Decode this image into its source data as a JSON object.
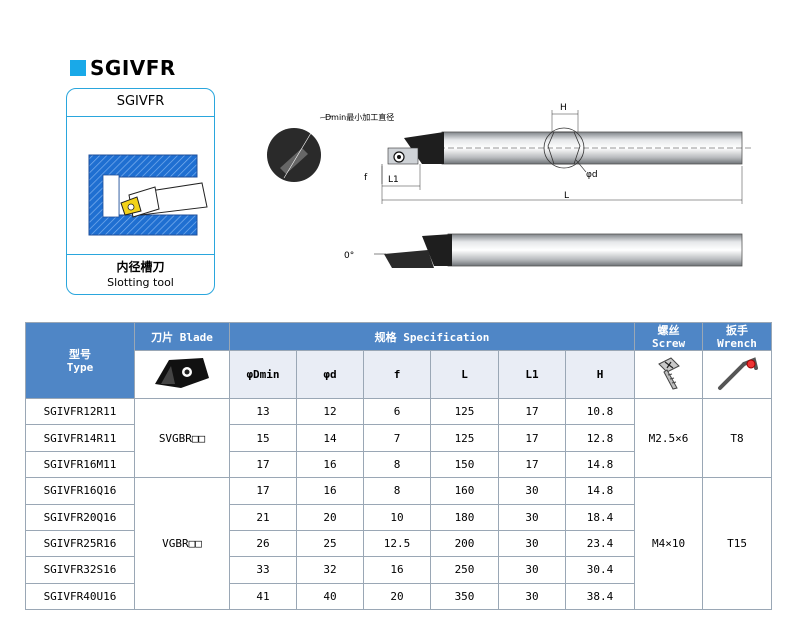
{
  "title": "SGIVFR",
  "card": {
    "header": "SGIVFR",
    "cn_label": "内径槽刀",
    "en_label": "Slotting tool"
  },
  "drawing": {
    "dmin_label": "Dmin最小加工直径",
    "h_label": "H",
    "d_label": "φd",
    "l1_label": "L1",
    "l_label": "L",
    "f_label": "f",
    "angle_label": "0°"
  },
  "table": {
    "header": {
      "type_cn": "型号",
      "type_en": "Type",
      "blade": "刀片 Blade",
      "spec": "规格 Specification",
      "screw_cn": "螺丝",
      "screw_en": "Screw",
      "wrench_cn": "扳手",
      "wrench_en": "Wrench"
    },
    "columns": [
      "φDmin",
      "φd",
      "f",
      "L",
      "L1",
      "H"
    ],
    "rows": [
      {
        "type": "SGIVFR12R11",
        "dmin": "13",
        "d": "12",
        "f": "6",
        "L": "125",
        "L1": "17",
        "H": "10.8"
      },
      {
        "type": "SGIVFR14R11",
        "dmin": "15",
        "d": "14",
        "f": "7",
        "L": "125",
        "L1": "17",
        "H": "12.8"
      },
      {
        "type": "SGIVFR16M11",
        "dmin": "17",
        "d": "16",
        "f": "8",
        "L": "150",
        "L1": "17",
        "H": "14.8"
      },
      {
        "type": "SGIVFR16Q16",
        "dmin": "17",
        "d": "16",
        "f": "8",
        "L": "160",
        "L1": "30",
        "H": "14.8"
      },
      {
        "type": "SGIVFR20Q16",
        "dmin": "21",
        "d": "20",
        "f": "10",
        "L": "180",
        "L1": "30",
        "H": "18.4"
      },
      {
        "type": "SGIVFR25R16",
        "dmin": "26",
        "d": "25",
        "f": "12.5",
        "L": "200",
        "L1": "30",
        "H": "23.4"
      },
      {
        "type": "SGIVFR32S16",
        "dmin": "33",
        "d": "32",
        "f": "16",
        "L": "250",
        "L1": "30",
        "H": "30.4"
      },
      {
        "type": "SGIVFR40U16",
        "dmin": "41",
        "d": "40",
        "f": "20",
        "L": "350",
        "L1": "30",
        "H": "38.4"
      }
    ],
    "groups": [
      {
        "blade": "SVGBR□□",
        "screw": "M2.5×6",
        "wrench": "T8"
      },
      {
        "blade": "VGBR□□",
        "screw": "M4×10",
        "wrench": "T15"
      }
    ]
  }
}
